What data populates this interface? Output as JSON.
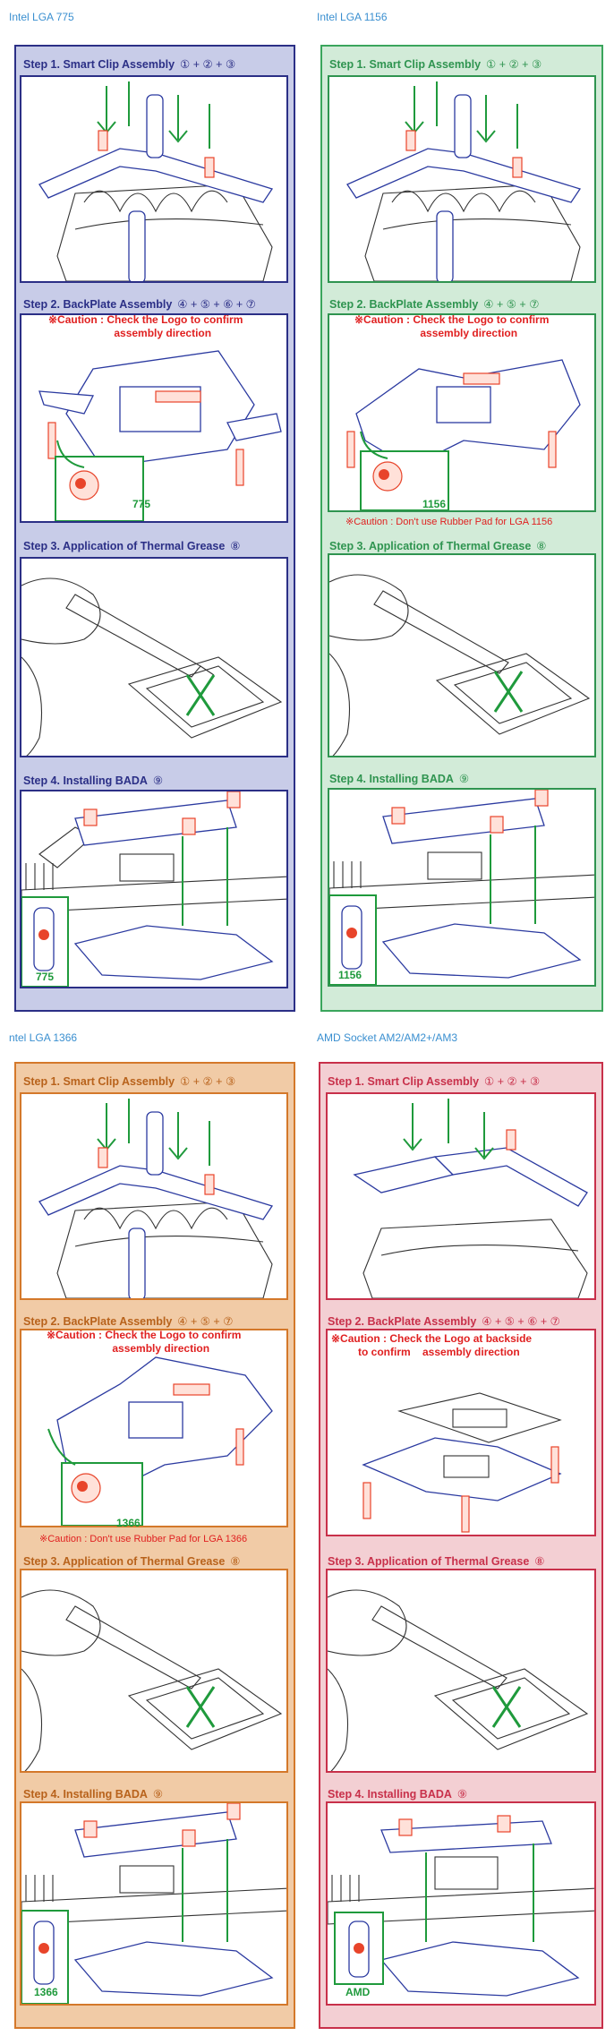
{
  "sections": {
    "lga775": {
      "title": "Intel LGA 775",
      "step1": {
        "label": "Step 1. Smart Clip Assembly",
        "nums": "① + ② + ③"
      },
      "step2": {
        "label": "Step 2. BackPlate Assembly",
        "nums": "④ + ⑤ + ⑥ + ⑦",
        "caution": "※Caution : Check the Logo to confirm\n                      assembly direction",
        "tag": "775"
      },
      "step3": {
        "label": "Step 3. Application of Thermal Grease",
        "nums": "⑧"
      },
      "step4": {
        "label": "Step 4. Installing BADA",
        "nums": "⑨",
        "tag": "775"
      }
    },
    "lga1156": {
      "title": "Intel LGA 1156",
      "step1": {
        "label": "Step 1. Smart Clip Assembly",
        "nums": "① + ② + ③"
      },
      "step2": {
        "label": "Step 2. BackPlate Assembly",
        "nums": "④ + ⑤ + ⑦",
        "caution": "※Caution : Check the Logo to confirm\n                      assembly direction",
        "tag": "1156",
        "note": "※Caution : Don't use Rubber Pad for LGA 1156"
      },
      "step3": {
        "label": "Step 3. Application of Thermal Grease",
        "nums": "⑧"
      },
      "step4": {
        "label": "Step 4. Installing BADA",
        "nums": "⑨",
        "tag": "1156"
      }
    },
    "lga1366": {
      "title": "ntel LGA 1366",
      "step1": {
        "label": "Step 1. Smart Clip Assembly",
        "nums": "① + ② + ③"
      },
      "step2": {
        "label": "Step 2. BackPlate Assembly",
        "nums": "④ + ⑤ + ⑦",
        "caution": "※Caution : Check the Logo to confirm\n                      assembly direction",
        "tag": "1366",
        "note": "※Caution : Don't use Rubber Pad for LGA 1366"
      },
      "step3": {
        "label": "Step 3. Application of Thermal Grease",
        "nums": "⑧"
      },
      "step4": {
        "label": "Step 4. Installing BADA",
        "nums": "⑨",
        "tag": "1366"
      }
    },
    "amd": {
      "title": "AMD Socket AM2/AM2+/AM3",
      "step1": {
        "label": "Step 1. Smart Clip Assembly",
        "nums": "① + ② + ③"
      },
      "step2": {
        "label": "Step 2. BackPlate Assembly",
        "nums": "④ + ⑤ + ⑥ + ⑦",
        "caution": "※Caution : Check the Logo at backside\n         to confirm    assembly direction"
      },
      "step3": {
        "label": "Step 3. Application of Thermal Grease",
        "nums": "⑧"
      },
      "step4": {
        "label": "Step 4. Installing BADA",
        "nums": "⑨",
        "tag": "AMD"
      }
    }
  },
  "colors": {
    "lga775": "#2b2f86",
    "lga1156": "#2f9450",
    "lga1366": "#d4782a",
    "amd": "#c8304a",
    "caution": "#e02020",
    "section_title": "#3a8fd0"
  }
}
